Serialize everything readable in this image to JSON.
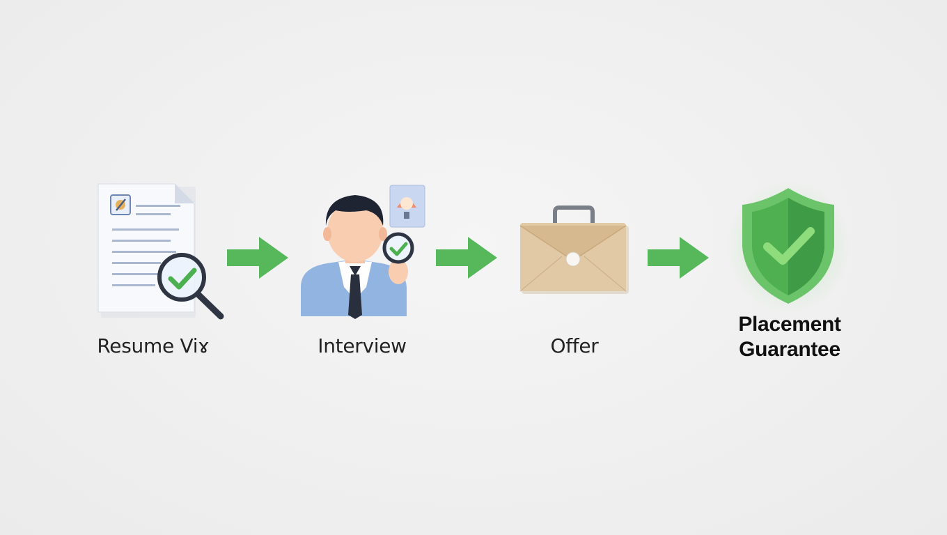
{
  "stages": [
    {
      "id": "resume",
      "label": "Resume Viɤ",
      "icon": "resume-review-icon"
    },
    {
      "id": "interview",
      "label": "Interview",
      "icon": "interviewer-icon"
    },
    {
      "id": "offer",
      "label": "Offer",
      "icon": "briefcase-envelope-icon"
    },
    {
      "id": "placement",
      "label_line1": "Placement",
      "label_line2": "Guarantee",
      "icon": "shield-check-icon"
    }
  ],
  "connectors": [
    "arrow-right-icon",
    "arrow-right-icon",
    "arrow-right-icon"
  ],
  "colors": {
    "arrow_green": "#56b85a",
    "check_green": "#4caf50",
    "shield_light": "#6cc46a",
    "shield_dark": "#3f9b45",
    "envelope": "#e2c9a6",
    "suit_blue": "#92b4e0",
    "text": "#222222"
  }
}
